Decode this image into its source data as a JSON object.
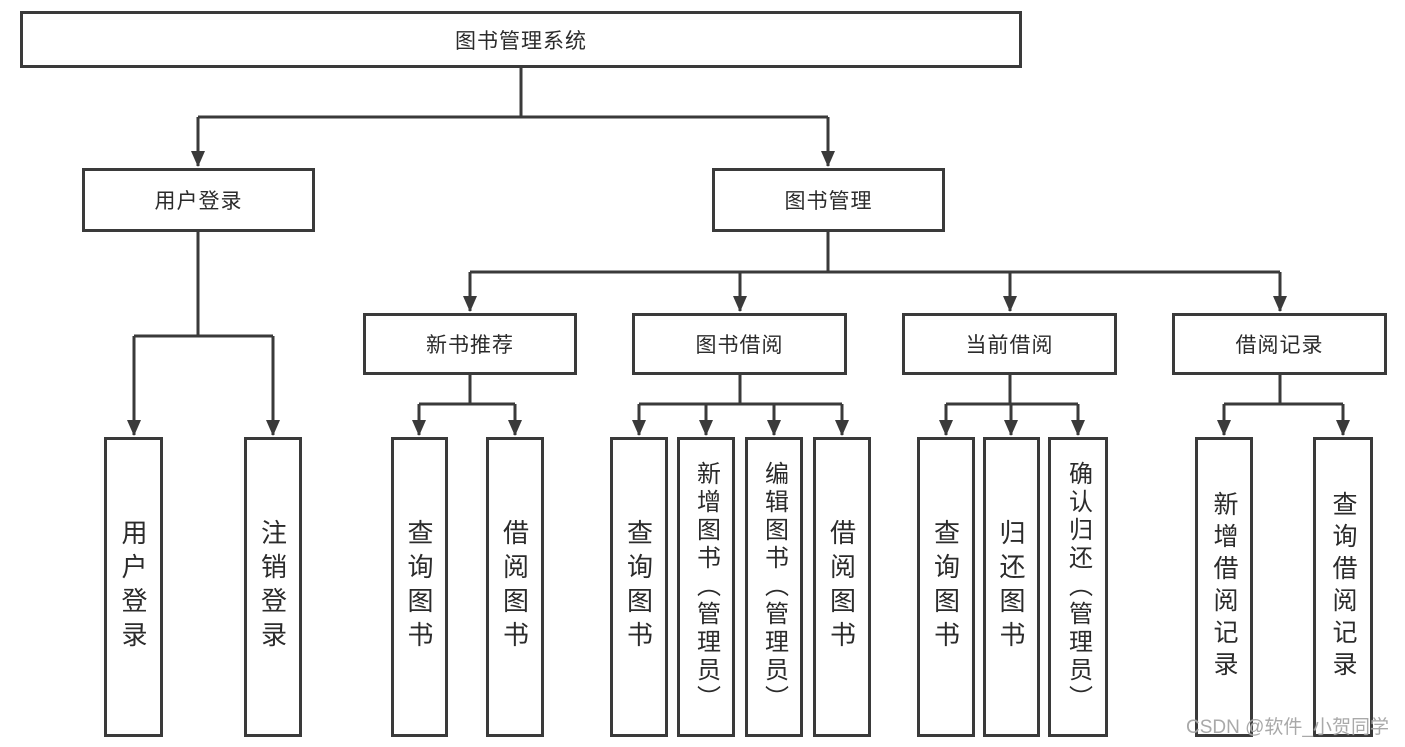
{
  "nodes": {
    "root": {
      "label": "图书管理系统"
    },
    "level2": [
      {
        "label": "用户登录"
      },
      {
        "label": "图书管理"
      }
    ],
    "level3": [
      {
        "label": "新书推荐",
        "parent": "图书管理"
      },
      {
        "label": "图书借阅",
        "parent": "图书管理"
      },
      {
        "label": "当前借阅",
        "parent": "图书管理"
      },
      {
        "label": "借阅记录",
        "parent": "图书管理"
      }
    ],
    "leaves": [
      {
        "label": "用户登录",
        "parent": "用户登录"
      },
      {
        "label": "注销登录",
        "parent": "用户登录"
      },
      {
        "label": "查询图书",
        "parent": "新书推荐"
      },
      {
        "label": "借阅图书",
        "parent": "新书推荐"
      },
      {
        "label": "查询图书",
        "parent": "图书借阅"
      },
      {
        "label": "新增图书（管理员）",
        "parent": "图书借阅"
      },
      {
        "label": "编辑图书（管理员）",
        "parent": "图书借阅"
      },
      {
        "label": "借阅图书",
        "parent": "图书借阅"
      },
      {
        "label": "查询图书",
        "parent": "当前借阅"
      },
      {
        "label": "归还图书",
        "parent": "当前借阅"
      },
      {
        "label": "确认归还（管理员）",
        "parent": "当前借阅"
      },
      {
        "label": "新增借阅记录",
        "parent": "借阅记录"
      },
      {
        "label": "查询借阅记录",
        "parent": "借阅记录"
      }
    ]
  },
  "watermark": {
    "text": "CSDN @软件_小贺同学"
  },
  "colors": {
    "line": "#3a3a3a",
    "box_border": "#3a3a3a",
    "text": "#2b2b2b",
    "background": "#ffffff",
    "watermark": "#a0a0a0"
  }
}
